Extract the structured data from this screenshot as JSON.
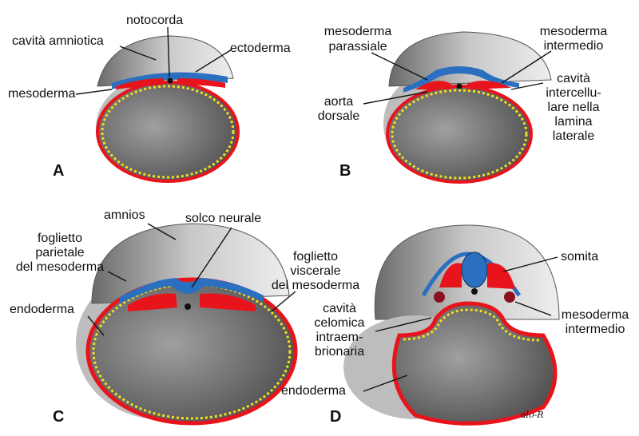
{
  "colors": {
    "ectoderm": "#2a6fc0",
    "mesoderm": "#e8141c",
    "endoderm": "#f2e020",
    "yolk": "#777777",
    "amnion_shade": "#9a9a9a"
  },
  "panels": {
    "A": {
      "letter": "A",
      "labels": {
        "cavita_amniotica": "cavità amniotica",
        "notocorda": "notocorda",
        "ectoderma": "ectoderma",
        "mesoderma": "mesoderma"
      }
    },
    "B": {
      "letter": "B",
      "labels": {
        "mesoderma_parassiale": [
          "mesoderma",
          "parassiale"
        ],
        "mesoderma_intermedio": [
          "mesoderma",
          "intermedio"
        ],
        "cavita_intercellulare": [
          "cavità",
          "intercellu-",
          "lare nella",
          "lamina",
          "laterale"
        ],
        "aorta_dorsale": [
          "aorta",
          "dorsale"
        ]
      }
    },
    "C": {
      "letter": "C",
      "labels": {
        "amnios": "amnios",
        "solco_neurale": "solco neurale",
        "foglietto_parietale": [
          "foglietto",
          "parietale",
          "del mesoderma"
        ],
        "foglietto_viscerale": [
          "foglietto",
          "viscerale",
          "del mesoderma"
        ],
        "endoderma": "endoderma"
      }
    },
    "D": {
      "letter": "D",
      "labels": {
        "somita": "somita",
        "mesoderma_intermedio": [
          "mesoderma",
          "intermedio"
        ],
        "cavita_celomica": [
          "cavità",
          "celomica",
          "intraem-",
          "brionaria"
        ],
        "endoderma": "endoderma"
      }
    }
  },
  "signature": "alo-R"
}
